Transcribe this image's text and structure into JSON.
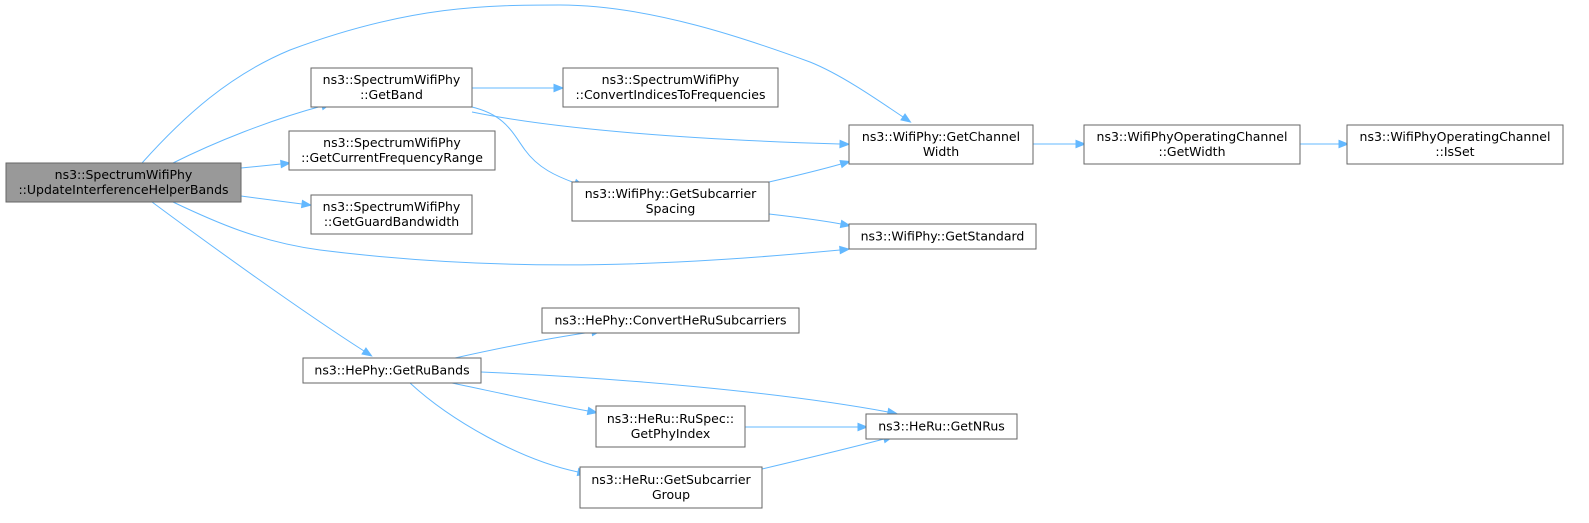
{
  "diagram": {
    "edge_color": "#63b8ff",
    "node_border_color": "#666666",
    "root_fill_color": "#999999",
    "nodes": [
      {
        "id": "update",
        "lines": [
          "ns3::SpectrumWifiPhy",
          "::UpdateInterferenceHelperBands"
        ],
        "root": true
      },
      {
        "id": "getband",
        "lines": [
          "ns3::SpectrumWifiPhy",
          "::GetBand"
        ]
      },
      {
        "id": "convertidx",
        "lines": [
          "ns3::SpectrumWifiPhy",
          "::ConvertIndicesToFrequencies"
        ]
      },
      {
        "id": "getcurfreq",
        "lines": [
          "ns3::SpectrumWifiPhy",
          "::GetCurrentFrequencyRange"
        ]
      },
      {
        "id": "getguard",
        "lines": [
          "ns3::SpectrumWifiPhy",
          "::GetGuardBandwidth"
        ]
      },
      {
        "id": "getchanwidth",
        "lines": [
          "ns3::WifiPhy::GetChannel",
          "Width"
        ]
      },
      {
        "id": "opchangetwidth",
        "lines": [
          "ns3::WifiPhyOperatingChannel",
          "::GetWidth"
        ]
      },
      {
        "id": "opchanisset",
        "lines": [
          "ns3::WifiPhyOperatingChannel",
          "::IsSet"
        ]
      },
      {
        "id": "getsubspacing",
        "lines": [
          "ns3::WifiPhy::GetSubcarrier",
          "Spacing"
        ]
      },
      {
        "id": "getstandard",
        "lines": [
          "ns3::WifiPhy::GetStandard"
        ]
      },
      {
        "id": "convertheru",
        "lines": [
          "ns3::HePhy::ConvertHeRuSubcarriers"
        ]
      },
      {
        "id": "getrubands",
        "lines": [
          "ns3::HePhy::GetRuBands"
        ]
      },
      {
        "id": "getphyindex",
        "lines": [
          "ns3::HeRu::RuSpec::",
          "GetPhyIndex"
        ]
      },
      {
        "id": "getnrus",
        "lines": [
          "ns3::HeRu::GetNRus"
        ]
      },
      {
        "id": "getsubgroup",
        "lines": [
          "ns3::HeRu::GetSubcarrier",
          "Group"
        ]
      }
    ],
    "edges": [
      {
        "from": "update",
        "to": "getband"
      },
      {
        "from": "update",
        "to": "getchanwidth"
      },
      {
        "from": "update",
        "to": "getcurfreq"
      },
      {
        "from": "update",
        "to": "getguard"
      },
      {
        "from": "update",
        "to": "getstandard"
      },
      {
        "from": "update",
        "to": "getrubands"
      },
      {
        "from": "getband",
        "to": "convertidx"
      },
      {
        "from": "getband",
        "to": "getchanwidth"
      },
      {
        "from": "getband",
        "to": "getsubspacing"
      },
      {
        "from": "getchanwidth",
        "to": "opchangetwidth"
      },
      {
        "from": "opchangetwidth",
        "to": "opchanisset"
      },
      {
        "from": "getsubspacing",
        "to": "getchanwidth"
      },
      {
        "from": "getsubspacing",
        "to": "getstandard"
      },
      {
        "from": "getrubands",
        "to": "convertheru"
      },
      {
        "from": "getrubands",
        "to": "getnrus"
      },
      {
        "from": "getrubands",
        "to": "getphyindex"
      },
      {
        "from": "getrubands",
        "to": "getsubgroup"
      },
      {
        "from": "getphyindex",
        "to": "getnrus"
      },
      {
        "from": "getsubgroup",
        "to": "getnrus"
      }
    ]
  }
}
